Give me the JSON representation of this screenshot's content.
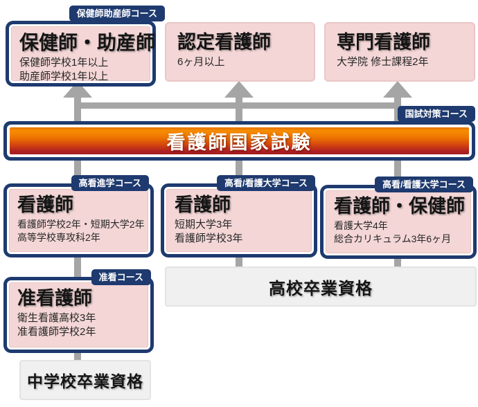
{
  "palette": {
    "navy": "#1e3a6f",
    "pink": "#f4d6d6",
    "banner_orange": "#ef7a00",
    "banner_dark_red": "#a51c22",
    "connector_gray": "#a5a5a5",
    "qualification_gray": "#f0f0f0"
  },
  "top_row": {
    "box1": {
      "tag": "保健師助産師コース",
      "title": "保健師・助産師",
      "line1": "保健師学校1年以上",
      "line2": "助産師学校1年以上"
    },
    "box2": {
      "title": "認定看護師",
      "line1": "6ヶ月以上"
    },
    "box3": {
      "title": "専門看護師",
      "line1": "大学院 修士課程2年"
    }
  },
  "exam_banner": {
    "tag": "国試対策コース",
    "title": "看護師国家試験"
  },
  "mid_row": {
    "box1": {
      "tag": "高看進学コース",
      "title": "看護師",
      "line1": "看護師学校2年・短期大学2年",
      "line2": "高等学校専攻科2年"
    },
    "box2": {
      "tag": "高看/看護大学コース",
      "title": "看護師",
      "line1": "短期大学3年",
      "line2": "看護師学校3年"
    },
    "box3": {
      "tag": "高看/看護大学コース",
      "title": "看護師・保健師",
      "line1": "看護大学4年",
      "line2": "総合カリキュラム3年6ヶ月"
    }
  },
  "junior_nurse": {
    "tag": "准看コース",
    "title": "准看護師",
    "line1": "衛生看護高校3年",
    "line2": "准看護師学校2年"
  },
  "qualifications": {
    "high_school": "高校卒業資格",
    "middle_school": "中学校卒業資格"
  }
}
